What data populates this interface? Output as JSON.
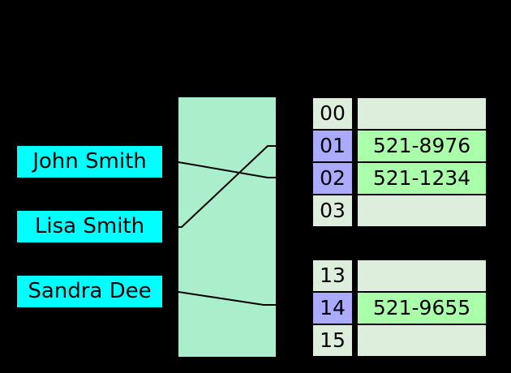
{
  "keys": [
    {
      "label": "John Smith"
    },
    {
      "label": "Lisa Smith"
    },
    {
      "label": "Sandra Dee"
    }
  ],
  "buckets": [
    {
      "index": "00",
      "value": "",
      "filled": false
    },
    {
      "index": "01",
      "value": "521-8976",
      "filled": true
    },
    {
      "index": "02",
      "value": "521-1234",
      "filled": true
    },
    {
      "index": "03",
      "value": "",
      "filled": false
    },
    {
      "index": "13",
      "value": "",
      "filled": false
    },
    {
      "index": "14",
      "value": "521-9655",
      "filled": true
    },
    {
      "index": "15",
      "value": "",
      "filled": false
    }
  ],
  "connections": [
    {
      "from": "John Smith",
      "to": "02"
    },
    {
      "from": "Lisa Smith",
      "to": "01"
    },
    {
      "from": "Sandra Dee",
      "to": "14"
    }
  ],
  "colors": {
    "background": "#000000",
    "key_box": "#00ffff",
    "hash_box": "#aaeecc",
    "index_filled": "#aaaaff",
    "value_filled": "#aaffaa",
    "cell_empty": "#ddeedd",
    "text": "#000000",
    "line": "#000000"
  }
}
